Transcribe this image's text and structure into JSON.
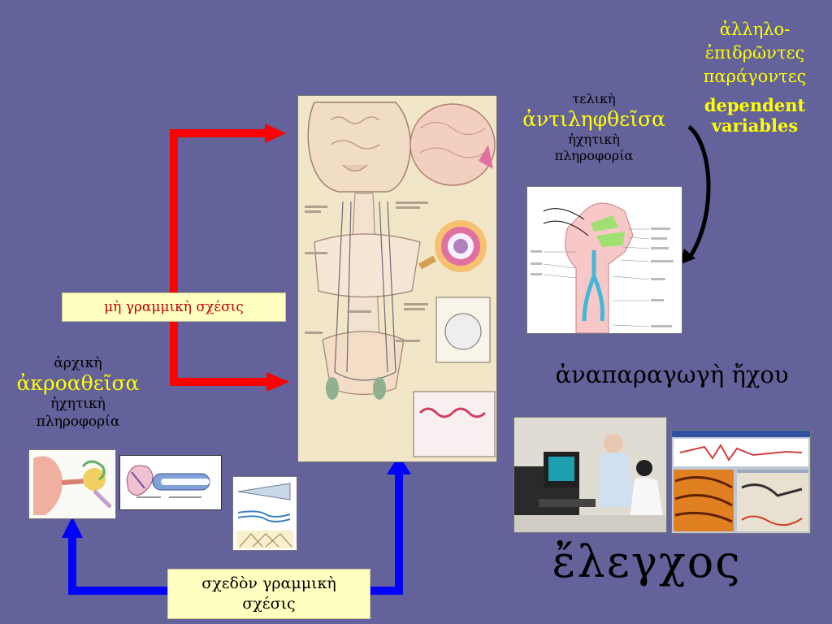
{
  "top_right": {
    "line1": "ἀλληλο-",
    "line2": "ἐπιδρῶντες",
    "line3": "παράγοντες",
    "en1": "dependent",
    "en2": "variables"
  },
  "final": {
    "line1": "τελικὴ",
    "line2": "ἀντιληφθεῖσα",
    "line3": "ἠχητικὴ",
    "line4": "πληροφορία"
  },
  "initial": {
    "line1": "ἀρχικὴ",
    "line2": "ἀκροαθεῖσα",
    "line3": "ἠχητικὴ",
    "line4": "πληροφορία"
  },
  "reproduction": "ἀναπαραγωγὴ ἤχου",
  "control": "ἔλεγχος",
  "nonlinear": "μὴ γραμμικὴ σχέσις",
  "nearly_linear": {
    "line1": "σχεδὸν γραμμικὴ",
    "line2": "σχέσις"
  },
  "colors": {
    "background": "#63629a",
    "accent_yellow": "#ffff00",
    "red_arrow": "#ff0000",
    "blue_arrow": "#0000ff",
    "label_fill": "#ffffc0"
  },
  "icons": [
    "auditory-pathway-figure",
    "vocal-tract-figure",
    "ear-anatomy-figure",
    "cochlea-figure",
    "basilar-membrane-figure",
    "listening-test-photo",
    "spectrogram-figure"
  ]
}
